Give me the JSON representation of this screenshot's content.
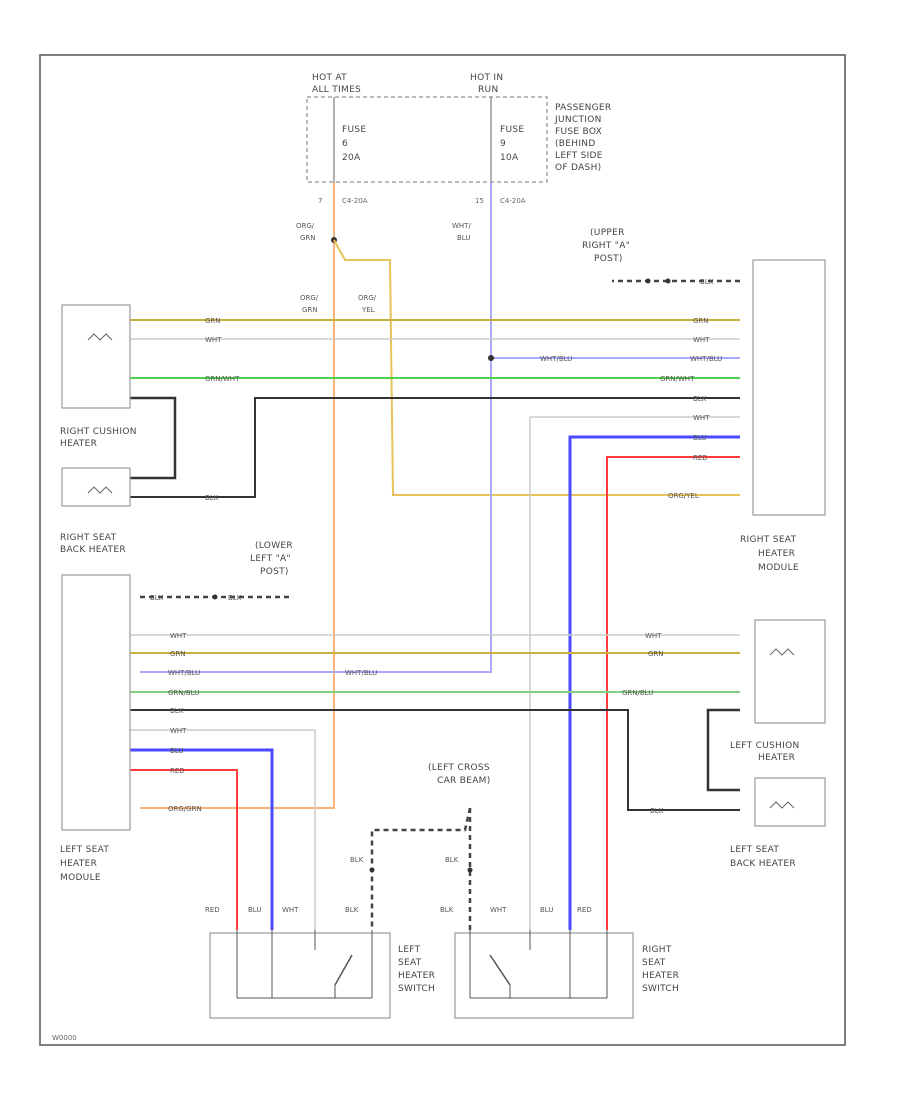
{
  "fuse_block": {
    "hot_at_1": "HOT AT",
    "hot_at_2": "ALL TIMES",
    "hot_in_1": "HOT IN",
    "hot_in_2": "RUN",
    "fuse_a": [
      "FUSE",
      "6",
      "20A"
    ],
    "fuse_b": [
      "FUSE",
      "9",
      "10A"
    ],
    "location": [
      "PASSENGER",
      "JUNCTION",
      "FUSE BOX",
      "(BEHIND",
      "LEFT SIDE",
      "OF DASH)"
    ],
    "pin_a": "7",
    "conn_a": "C4-20A",
    "pin_b": "15",
    "conn_b": "C4-20A"
  },
  "wires": {
    "org_grn_1": "ORG/",
    "org_grn_2": "GRN",
    "wht_blu_1": "WHT/",
    "wht_blu_2": "BLU",
    "org_grn_top_1": "ORG/",
    "org_grn_top_2": "GRN",
    "org_yel_top_1": "ORG/",
    "org_yel_top_2": "YEL"
  },
  "grounds": {
    "upper_right": [
      "(UPPER",
      "RIGHT \"A\"",
      "POST)"
    ],
    "lower_left": [
      "(LOWER",
      "LEFT \"A\"",
      "POST)"
    ],
    "left_cross": [
      "(LEFT CROSS",
      "CAR BEAM)"
    ]
  },
  "components": {
    "right_cushion_heater": [
      "RIGHT CUSHION",
      "HEATER"
    ],
    "right_seat_back_heater": [
      "RIGHT SEAT",
      "BACK HEATER"
    ],
    "right_seat_heater_module": [
      "RIGHT SEAT",
      "HEATER",
      "MODULE"
    ],
    "left_seat_heater_module": [
      "LEFT SEAT",
      "HEATER",
      "MODULE"
    ],
    "left_cushion_heater": [
      "LEFT CUSHION",
      "HEATER"
    ],
    "left_seat_back_heater": [
      "LEFT SEAT",
      "BACK HEATER"
    ],
    "left_seat_heater_switch": [
      "LEFT",
      "SEAT",
      "HEATER",
      "SWITCH"
    ],
    "right_seat_heater_switch": [
      "RIGHT",
      "SEAT",
      "HEATER",
      "SWITCH"
    ]
  },
  "wire_labels": {
    "rm_grn": "GRN",
    "rm_wht": "WHT",
    "rm_wht_blu": "WHT/BLU",
    "rm_wht_blu2": "WHT/BLU",
    "rm_grn_wht": "GRN/WHT",
    "rm_grn_wht2": "GRN/WHT",
    "rm_blk1": "BLK",
    "rm_wht2": "WHT",
    "rm_blu": "BLU",
    "rm_red": "RED",
    "rm_org_yel": "ORG/YEL",
    "rm_blk_g": "BLK",
    "rb_blk": "BLK",
    "lm_blk": "BLK",
    "lm_blk2": "BLK",
    "lm_wht": "WHT",
    "lm_grn": "GRN",
    "lm_wht_blu": "WHT/BLU",
    "lm_wht_blu2": "WHT/BLU",
    "lm_grn_blu": "GRN/BLU",
    "lm_grn_blu2": "GRN/BLU",
    "lm_blk3": "BLK",
    "lm_wht3": "WHT",
    "lm_blu": "BLU",
    "lm_red": "RED",
    "lm_org_grn": "ORG/GRN",
    "lc_wht": "WHT",
    "lc_grn": "GRN",
    "lb_blk": "BLK",
    "sw_red": "RED",
    "sw_blu": "BLU",
    "sw_wht": "WHT",
    "sw_blk": "BLK",
    "sw_blk_g1": "BLK",
    "sw_blk_g2": "BLK",
    "rs_blk": "BLK",
    "rs_wht": "WHT",
    "rs_blu": "BLU",
    "rs_red": "RED",
    "ground_blk": "BLK"
  },
  "footer_code": "W0000",
  "colors": {
    "yellow": "#e8c35a",
    "orange": "#f5b27a",
    "green": "#4fd14f",
    "blue": "#4a4aff",
    "light_blue": "#a9a9ff",
    "red": "#ff3b3b",
    "black": "#333333",
    "white_wire": "#cccccc"
  }
}
